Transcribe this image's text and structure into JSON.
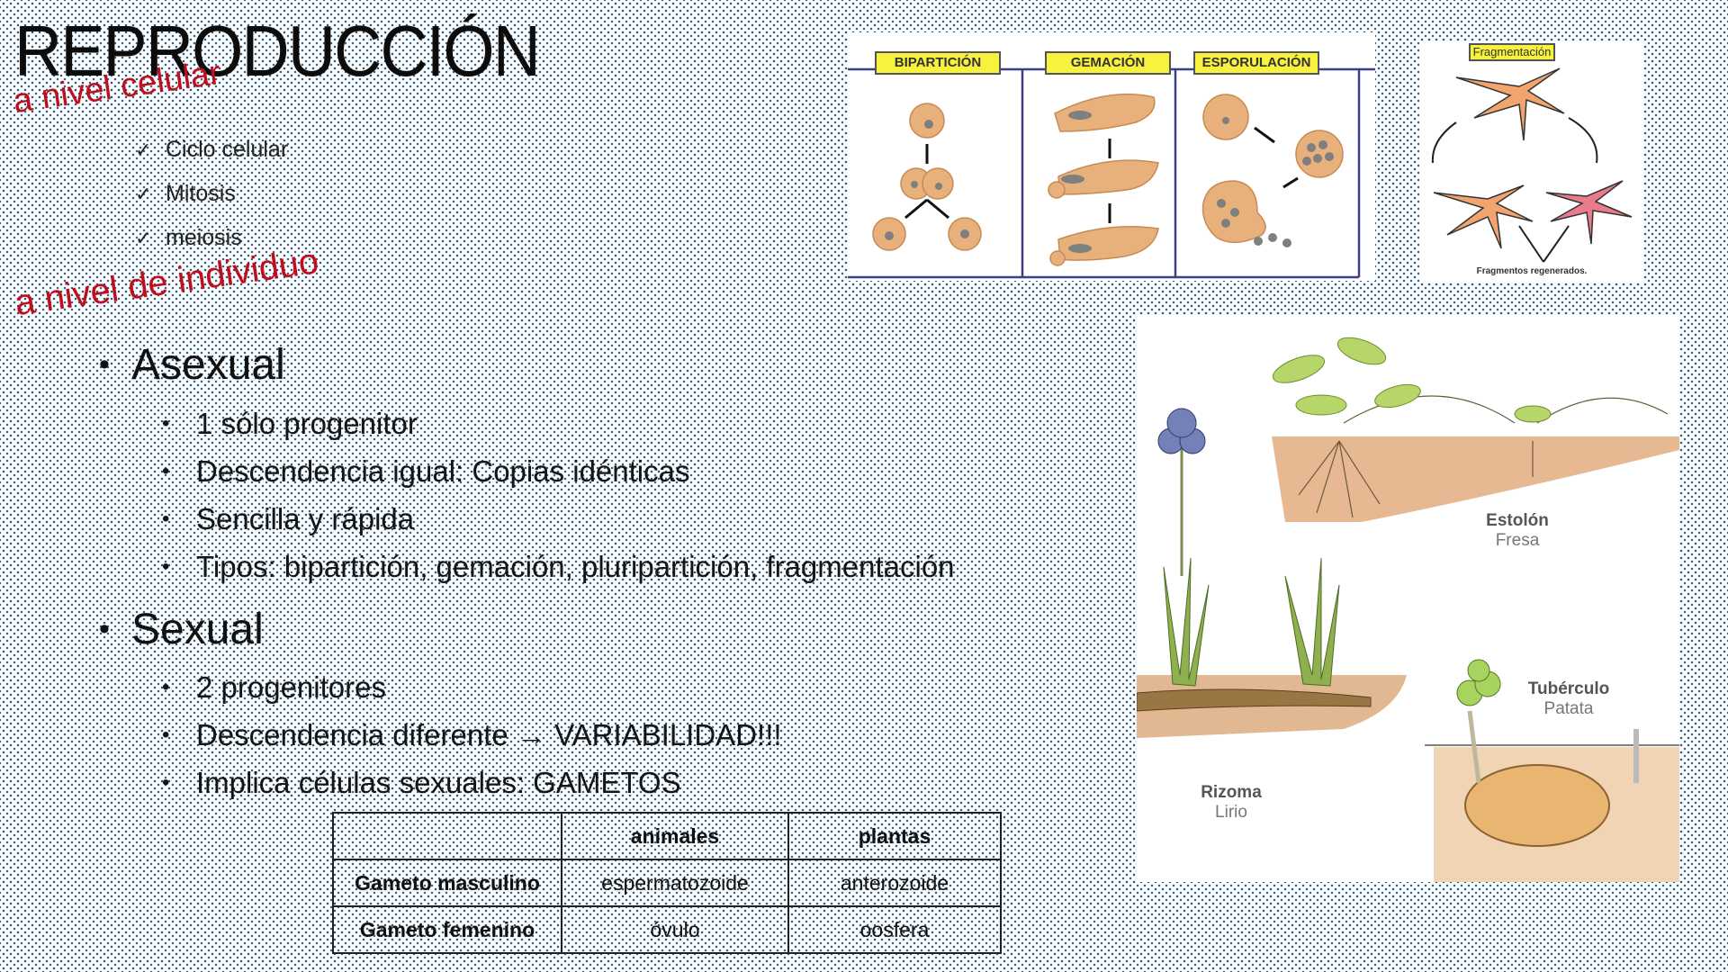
{
  "slide": {
    "title": "REPRODUCCIÓN",
    "cellular_heading": "a nivel celular",
    "cellular_items": [
      "Ciclo celular",
      "Mitosis",
      "meiosis"
    ],
    "individual_heading": "a nivel  de individuo",
    "asexual": {
      "label": "Asexual",
      "items": [
        "1 sólo progenitor",
        "Descendencia igual: Copias idénticas",
        "Sencilla y rápida",
        "Tipos: bipartición, gemación, pluripartición, fragmentación"
      ]
    },
    "sexual": {
      "label": "Sexual",
      "items": [
        "2 progenitores",
        "Descendencia diferente → VARIABILIDAD!!!",
        "Implica células sexuales: GAMETOS"
      ]
    },
    "check_glyph": "✓",
    "bullet_glyph": "•"
  },
  "gamete_table": {
    "headers": [
      "",
      "animales",
      "plantas"
    ],
    "rows": [
      [
        "Gameto masculino",
        "espermatozoide",
        "anterozoide"
      ],
      [
        "Gameto femenino",
        "óvulo",
        "oosfera"
      ]
    ]
  },
  "figures": {
    "cells": {
      "labels": [
        "BIPARTICIÓN",
        "GEMACIÓN",
        "ESPORULACIÓN"
      ]
    },
    "starfish": {
      "label": "Fragmentación",
      "caption": "Fragmentos regenerados."
    },
    "plants": {
      "estolon": {
        "type": "Estolón",
        "species": "Fresa"
      },
      "rizoma": {
        "type": "Rizoma",
        "species": "Lirio"
      },
      "tuberculo": {
        "type": "Tubérculo",
        "species": "Patata"
      }
    }
  },
  "colors": {
    "accent_red": "#c00d1e",
    "label_yellow": "#f7f23e",
    "frame_navy": "#3a3f8a",
    "cell_orange": "#e8b07a"
  }
}
